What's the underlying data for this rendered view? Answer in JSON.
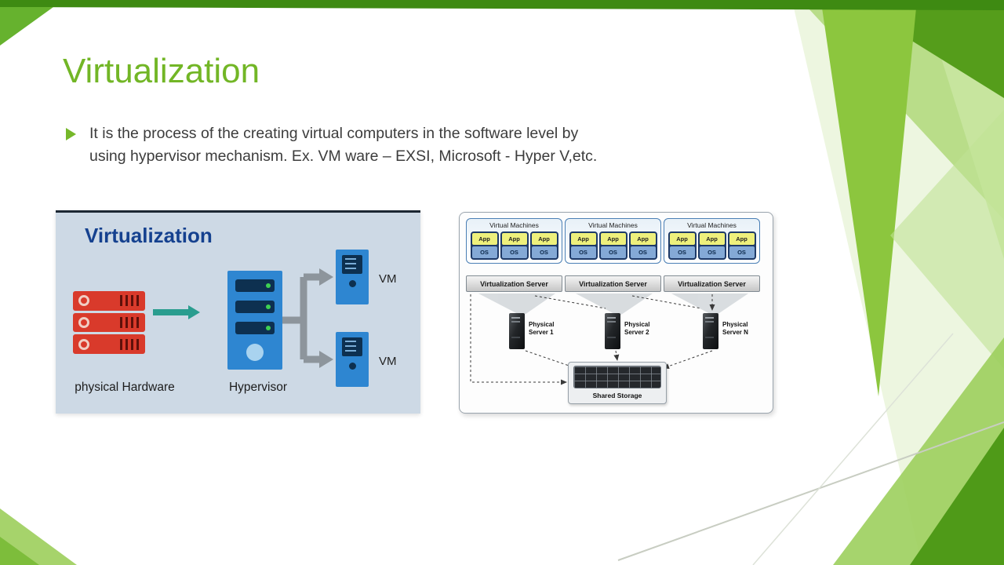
{
  "slide": {
    "title": "Virtualization",
    "bullet_text": "It is the process of the creating virtual computers in the software level by\nusing hypervisor mechanism. Ex. VM ware – EXSI, Microsoft -  Hyper V,etc."
  },
  "left_diagram": {
    "title": "Virtualization",
    "physical_hardware_label": "physical Hardware",
    "hypervisor_label": "Hypervisor",
    "vm_top_label": "VM",
    "vm_bottom_label": "VM"
  },
  "right_diagram": {
    "groups": [
      {
        "title": "Virtual Machines"
      },
      {
        "title": "Virtual Machines"
      },
      {
        "title": "Virtual Machines"
      }
    ],
    "app_label": "App",
    "os_label": "OS",
    "servers": [
      {
        "label": "Virtualization Server"
      },
      {
        "label": "Virtualization Server"
      },
      {
        "label": "Virtualization Server"
      }
    ],
    "physical_servers": [
      {
        "label": "Physical Server 1"
      },
      {
        "label": "Physical Server 2"
      },
      {
        "label": "Physical Server N"
      }
    ],
    "storage_label": "Shared Storage"
  },
  "colors": {
    "accent_green": "#76b82a",
    "title_green": "#72b626",
    "diagram_navy": "#15418f",
    "server_red": "#d93a2b",
    "server_blue": "#2e86d1",
    "arrow_teal": "#2a9d8f",
    "left_panel_bg": "#cdd9e5"
  }
}
